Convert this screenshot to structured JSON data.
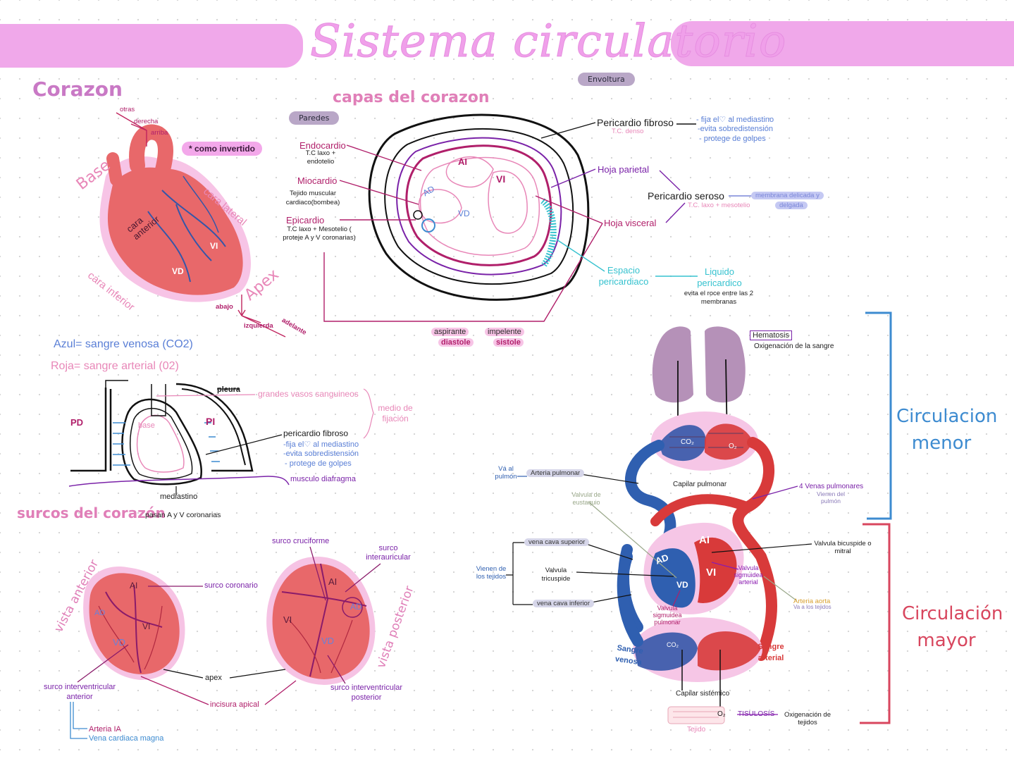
{
  "title": "Sistema circulatorio",
  "corazon": {
    "heading": "Corazon",
    "dir_otras": "otras",
    "dir_derecha": "derecha",
    "dir_arriba": "arriba",
    "dir_abajo": "abajo",
    "dir_izquierda": "izquierda",
    "dir_adelante": "adelante",
    "base": "Base",
    "apex": "Apex",
    "cara_anterior": "cara anterior",
    "cara_lateral": "cara lateral",
    "cara_inferior": "cara inferior",
    "vi": "VI",
    "vd": "VD",
    "como_invertido": "* como invertido"
  },
  "capas": {
    "heading": "capas del corazon",
    "paredes": "Paredes",
    "envoltura": "Envoltura",
    "endocardio": "Endocardio",
    "endocardio_desc": "T.C laxo + endotelio",
    "miocardio": "Miocardio",
    "miocardio_desc": "Tejido muscular cardiaco(bombea)",
    "epicardio": "Epicardio",
    "epicardio_desc": "T.C laxo + Mesotelio ( proteje A y V coronarias)",
    "ai": "AI",
    "ad": "AD",
    "vi": "VI",
    "vd": "VD",
    "pericardio_fibroso": "Pericardio fibroso",
    "tc_denso": "T.C. denso",
    "fibroso_notes": [
      "- fija el♡ al mediastino",
      "-evita sobredistensión",
      "- protege de golpes"
    ],
    "hoja_parietal": "Hoja parietal",
    "pericardio_seroso": "Pericardio seroso",
    "membrana_delicada": "membrana delicada y",
    "delgada": "delgada",
    "tc_laxo_mesotelio": "T.C. laxo + mesotelio",
    "hoja_visceral": "Hoja visceral",
    "espacio_pericardiaco": "Espacio pericardiaco",
    "liquido_pericardico": "Liquido pericardico",
    "liquido_desc": "evita el roce entre las 2 membranas",
    "aspirante": "aspirante",
    "diastole": "diastole",
    "impelente": "impelente",
    "sistole": "sistole"
  },
  "sangre": {
    "azul": "Azul= sangre venosa (CO2)",
    "roja": "Roja= sangre arterial (02)"
  },
  "mediastino": {
    "pleura": "pleura",
    "pd": "PD",
    "pi": "PI",
    "base": "base",
    "grandes_vasos": "grandes vasos sanguineos",
    "medio_fijacion": "medio de fijación",
    "pericardio_fibroso": "pericardio fibroso",
    "notes": [
      "-fija el♡ al mediastino",
      "-evita sobredistensión",
      "- protege de golpes"
    ],
    "musculo_diafragma": "musculo diafragma",
    "mediastino": "mediastino"
  },
  "surcos": {
    "heading": "surcos del corazón",
    "subtitle": "pasan A y V coronarias",
    "vista_anterior": "vista anterior",
    "vista_posterior": "vista posterior",
    "surco_cruciforme": "surco cruciforme",
    "surco_interauricular": "surco interauricular",
    "surco_coronario": "surco coronario",
    "apex": "apex",
    "incisura_apical": "incisura apical",
    "surco_iv_anterior": "surco interventricular anterior",
    "surco_iv_posterior": "surco interventricular posterior",
    "arteria_ia": "Arteria IA",
    "vena_cardiaca": "Vena cardiaca magna",
    "ad": "AD",
    "ai": "AI",
    "vi": "VI",
    "vd": "VD"
  },
  "circulacion": {
    "hematosis": "Hematosis",
    "oxigenacion_sangre": "Oxigenación de la sangre",
    "co2": "CO₂",
    "o2": "O₂",
    "va_pulmon": "Vá al pulmón",
    "arteria_pulmonar": "Arteria pulmonar",
    "capilar_pulmonar": "Capilar pulmonar",
    "venas_pulmonares": "4 Venas pulmonares",
    "vienen_pulmon": "Vienen del pulmón",
    "valvula_eustaquio": "Valvula de eustaquio",
    "vena_cava_superior": "vena cava superior",
    "vienen_tejidos": "Vienen de los tejidos",
    "valvula_tricuspide": "Valvula tricuspide",
    "vena_cava_inferior": "vena cava inferior",
    "valvula_bicuspide": "Valvula bicuspide o mitral",
    "valvula_sigmoidea_arterial": "Valvula sigmuidea arterial",
    "arteria_aorta": "Arteria aorta",
    "va_tejidos": "Va a los tejidos",
    "valvula_sigmoidea_pulmonar": "Valvula sigmuidea pulmonar",
    "sangre_venosa": "Sangre venosa",
    "sangre_arterial": "Sangre arterial",
    "capilar_sistemico": "Capilar sistémico",
    "tisulosis": "TISULOSIS",
    "oxigenacion_tejidos": "Oxigenación de tejidos",
    "tejido": "Tejido",
    "ai": "AI",
    "ad": "AD",
    "vi": "VI",
    "vd": "VD",
    "menor": "Circulacion menor",
    "mayor": "Circulación mayor"
  },
  "colors": {
    "banner": "#f0a8ea",
    "heading_pink": "#c979c5",
    "magenta": "#b01f6a",
    "blue": "#5a7fd6",
    "heart": "#e8686a",
    "venous": "#2f5fb0",
    "arterial": "#d83a3a",
    "lung": "#b591b8",
    "menor_bracket": "#3d8bd0",
    "mayor_bracket": "#d8465e"
  }
}
